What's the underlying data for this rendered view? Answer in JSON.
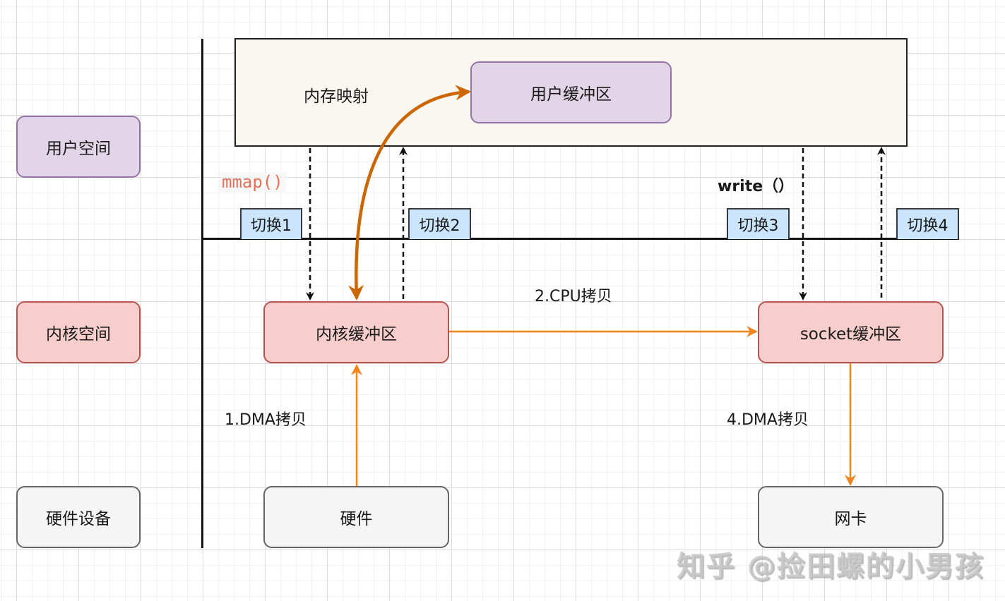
{
  "lanes": {
    "user_space": "用户空间",
    "kernel_space": "内核空间",
    "hardware_devices": "硬件设备"
  },
  "user_area": {
    "label": "内存映射",
    "buffer": "用户缓冲区"
  },
  "kernel": {
    "kernel_buffer": "内核缓冲区",
    "socket_buffer": "socket缓冲区"
  },
  "hardware": {
    "disk": "硬件",
    "nic": "网卡"
  },
  "calls": {
    "mmap": "mmap()",
    "write": "write（）"
  },
  "switches": [
    "切换1",
    "切换2",
    "切换3",
    "切换4"
  ],
  "copies": {
    "dma1": "1.DMA拷贝",
    "cpu2": "2.CPU拷贝",
    "dma4": "4.DMA拷贝"
  },
  "watermark": "知乎 @捡田螺的小男孩",
  "colors": {
    "copy_arrow": "#f0851f",
    "mmap_arrow": "#cc6600",
    "user_fill": "#e1d5e7",
    "kernel_fill": "#f8cecc",
    "hardware_fill": "#f5f5f5",
    "switch_fill": "#cce5ff"
  }
}
